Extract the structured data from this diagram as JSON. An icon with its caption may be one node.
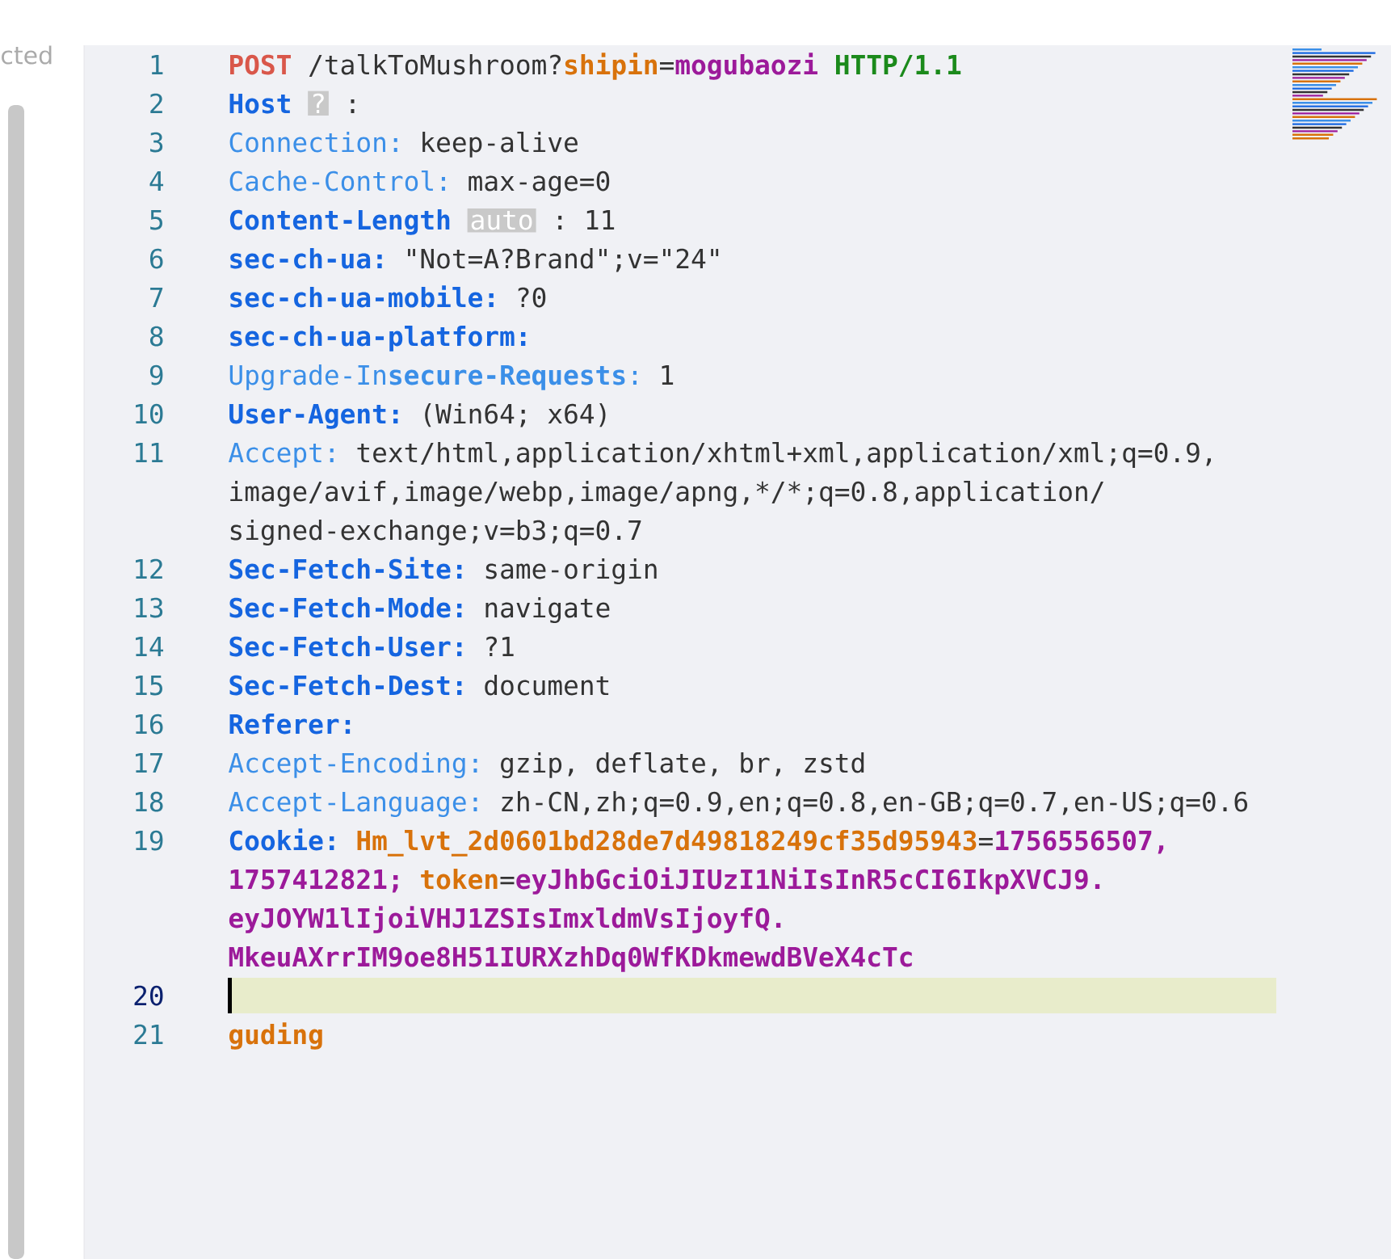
{
  "diagram": {
    "labels": [
      "cted",
      "1",
      "POST",
      "/talkToMushroom?",
      "shipin",
      "=",
      "mogubaozi",
      "HTTP/1.1",
      "2",
      "Host",
      "?",
      ":",
      "3",
      "Connection:",
      "keep-alive",
      "4",
      "Cache-Control:",
      "max-age=0",
      "5",
      "Content-Length",
      "auto",
      ":",
      "11",
      "6",
      "sec-ch-ua:",
      "\"Not=A?Brand\";v=\"24\"",
      "7",
      "sec-ch-ua-mobile:",
      "?0",
      "8",
      "sec-ch-ua-platform:",
      "9",
      "Upgrade-In**secure-Requests**:",
      "1",
      "10",
      "User-Agent:",
      "(Win64; x64)",
      "11",
      "Accept:",
      "text/html,application/xhtml+xml,application/xml;q=0.9,",
      "image/avif,image/webp,image/apng,*",
      "signed-exchange;v=b3;q=0.7",
      "12",
      "Sec-Fetch-Site:",
      "same-origin",
      "13",
      "Sec-Fetch-Mode:",
      "navigate",
      "14",
      "Sec-Fetch-User:",
      "?1",
      "15",
      "Sec-Fetch-Dest:",
      "document",
      "16",
      "Referer:",
      "17",
      "Accept-Encoding:",
      "gzip, deflate, br, zstd",
      "18",
      "Accept-Language:",
      "zh-CN,zh;q=0.9,en;q=0.8,en-GB;q=0.7,en-US;q=0.6",
      "19",
      "Cookie:",
      "Hm_lvt_2d0601bd28de7d49818249cf35d95943",
      "=",
      "1756556507,",
      "1757412821;",
      "token",
      "=",
      "eyJhbGciOiJIUzI1NiIsInR5cCI6IkpXVCJ9.",
      "eyJOYW1lIjoiVHJ1ZSIsImxldmVsIjoyfQ.",
      "MkeuAXrrIM9oe8H51IURXzhDq0WfKDkmewdBVeX4cTc",
      "20",
      "21",
      "guding",
      "/*;q=0.8,application/"
    ]
  }
}
